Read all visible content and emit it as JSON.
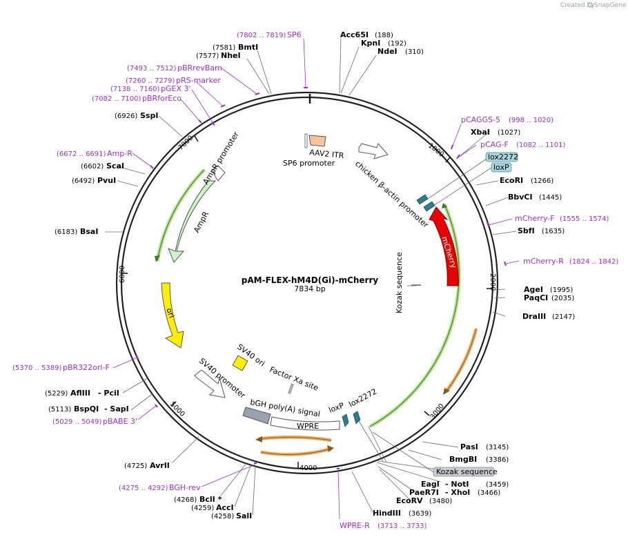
{
  "credit": {
    "created_by": "Created by",
    "brand": "SnapGene"
  },
  "plasmid": {
    "name": "pAM-FLEX-hM4D(Gi)-mCherry",
    "length_label": "7834 bp"
  },
  "ticks": [
    "1000",
    "2000",
    "3000",
    "4000",
    "5000",
    "6000",
    "7000"
  ],
  "enzymes": [
    {
      "id": "acc65i",
      "name": "Acc65I",
      "pos": "(188)"
    },
    {
      "id": "kpni",
      "name": "KpnI",
      "pos": "(192)"
    },
    {
      "id": "ndei",
      "name": "NdeI",
      "pos": "(310)"
    },
    {
      "id": "xbai",
      "name": "XbaI",
      "pos": "(1027)"
    },
    {
      "id": "ecori",
      "name": "EcoRI",
      "pos": "(1266)"
    },
    {
      "id": "bbvci",
      "name": "BbvCI",
      "pos": "(1445)"
    },
    {
      "id": "sbfi",
      "name": "SbfI",
      "pos": "(1635)"
    },
    {
      "id": "agei",
      "name": "AgeI",
      "pos": "(1995)"
    },
    {
      "id": "paqci",
      "name": "PaqCI",
      "pos": "(2035)"
    },
    {
      "id": "draiii",
      "name": "DraIII",
      "pos": "(2147)"
    },
    {
      "id": "pasi",
      "name": "PasI",
      "pos": "(3145)"
    },
    {
      "id": "bmgbi",
      "name": "BmgBI",
      "pos": "(3386)"
    },
    {
      "id": "eagi",
      "name": "EagI",
      "pos": "(3459)"
    },
    {
      "id": "noti",
      "name": "- NotI",
      "pos": ""
    },
    {
      "id": "paer7i",
      "name": "PaeR7I",
      "pos": ""
    },
    {
      "id": "xhoi",
      "name": "- XhoI",
      "pos": "(3466)"
    },
    {
      "id": "ecorv",
      "name": "EcoRV",
      "pos": "(3480)"
    },
    {
      "id": "hindiii",
      "name": "HindIII",
      "pos": "(3639)"
    },
    {
      "id": "avrii",
      "name": "AvrII",
      "pos": "(4725)"
    },
    {
      "id": "bcli",
      "name": "BclI *",
      "pos": "(4268)"
    },
    {
      "id": "acci",
      "name": "AccI",
      "pos": "(4259)"
    },
    {
      "id": "sali",
      "name": "SalI",
      "pos": "(4258)"
    },
    {
      "id": "afliii",
      "name": "AflIII",
      "pos": "(5229)"
    },
    {
      "id": "pcii",
      "name": "- PciI",
      "pos": ""
    },
    {
      "id": "bspqi",
      "name": "BspQI",
      "pos": "(5113)"
    },
    {
      "id": "sapi",
      "name": "- SapI",
      "pos": ""
    },
    {
      "id": "bsai",
      "name": "BsaI",
      "pos": "(6183)"
    },
    {
      "id": "pvui",
      "name": "PvuI",
      "pos": "(6492)"
    },
    {
      "id": "scai",
      "name": "ScaI",
      "pos": "(6602)"
    },
    {
      "id": "sspi",
      "name": "SspI",
      "pos": "(6926)"
    },
    {
      "id": "nhei",
      "name": "NheI",
      "pos": "(7577)"
    },
    {
      "id": "bmti",
      "name": "BmtI",
      "pos": "(7581)"
    }
  ],
  "primers": [
    {
      "id": "sp6",
      "name": "SP6",
      "range": "(7802 .. 7819)"
    },
    {
      "id": "pbrrevbam",
      "name": "pBRrevBam",
      "range": "(7493 .. 7512)"
    },
    {
      "id": "prsmarker",
      "name": "pRS-marker",
      "range": "(7260 .. 7279)"
    },
    {
      "id": "pgex3",
      "name": "pGEX 3'",
      "range": "(7138 .. 7160)"
    },
    {
      "id": "pbrforeco",
      "name": "pBRforEco",
      "range": "(7082 .. 7100)"
    },
    {
      "id": "ampr",
      "name": "Amp-R",
      "range": "(6672 .. 6691)"
    },
    {
      "id": "pcaggs5",
      "name": "pCAGGS-5",
      "range": "(998 .. 1020)"
    },
    {
      "id": "pcagf",
      "name": "pCAG-F",
      "range": "(1082 .. 1101)"
    },
    {
      "id": "mcherryf",
      "name": "mCherry-F",
      "range": "(1555 .. 1574)"
    },
    {
      "id": "mcherryr",
      "name": "mCherry-R",
      "range": "(1824 .. 1842)"
    },
    {
      "id": "pbr322orif",
      "name": "pBR322ori-F",
      "range": "(5370 .. 5389)"
    },
    {
      "id": "pbabe3",
      "name": "pBABE 3'",
      "range": "(5029 .. 5049)"
    },
    {
      "id": "bghrev",
      "name": "BGH-rev",
      "range": "(4275 .. 4292)"
    },
    {
      "id": "wprer",
      "name": "WPRE-R",
      "range": "(3713 .. 3733)"
    }
  ],
  "features": {
    "sp6_promoter": "SP6 promoter",
    "aav2_itr": "AAV2 ITR",
    "chicken_actin": "chicken β-actin promoter",
    "lox2272_box": "lox2272",
    "loxp_box": "loxP",
    "mcherry": "mCherry",
    "kozak": "Kozak sequence",
    "kozak_box": "Kozak sequence",
    "ampr_promoter": "AmpR promoter",
    "ampr": "AmpR",
    "ori": "ori",
    "sv40_ori": "SV40 ori",
    "factor_xa": "Factor Xa site",
    "sv40_promoter": "SV40 promoter",
    "bgh": "bGH poly(A) signal",
    "loxp": "loxP",
    "lox2272": "lox2272",
    "wpre": "WPRE"
  },
  "colors": {
    "backbone": "#222222",
    "primer": "#9b30c8",
    "mcherry": "#e60000",
    "ori": "#ffee00",
    "ampr": "#ccf5c8",
    "aav_itr": "#f7c49a",
    "lox": "#2e7c8c",
    "bgh": "#9aa3ad",
    "highlight_green": "#aee08a",
    "highlight_orange": "#e8b16b"
  }
}
